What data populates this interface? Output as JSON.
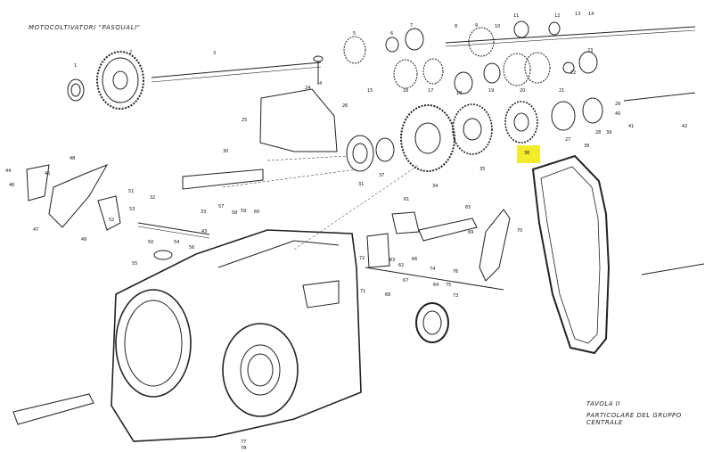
{
  "header": {
    "title": "MOTOCOLTIVATORI \"PASQUALI\""
  },
  "caption": {
    "line1": "TAVOLA  II",
    "line2": "PARTICOLARE DEL GRUPPO CENTRALE"
  },
  "highlight": {
    "part": "36",
    "color": "#f3ec2c"
  },
  "part_numbers": [
    "1",
    "2",
    "3",
    "4",
    "5",
    "6",
    "7",
    "8",
    "9",
    "10",
    "11",
    "12",
    "13",
    "14",
    "15",
    "16",
    "17",
    "18",
    "19",
    "20",
    "21",
    "22",
    "23",
    "24",
    "25",
    "26",
    "27",
    "28",
    "29",
    "30",
    "31",
    "32",
    "33",
    "34",
    "35",
    "37",
    "38",
    "39",
    "40",
    "41",
    "42",
    "43",
    "44",
    "45",
    "46",
    "47",
    "48",
    "49",
    "50",
    "51",
    "52",
    "53",
    "54",
    "55",
    "56",
    "57",
    "58",
    "59",
    "60",
    "61",
    "62",
    "63",
    "64",
    "65",
    "66",
    "67",
    "68",
    "69",
    "70",
    "71",
    "72",
    "73",
    "74",
    "75",
    "76",
    "77",
    "78"
  ]
}
